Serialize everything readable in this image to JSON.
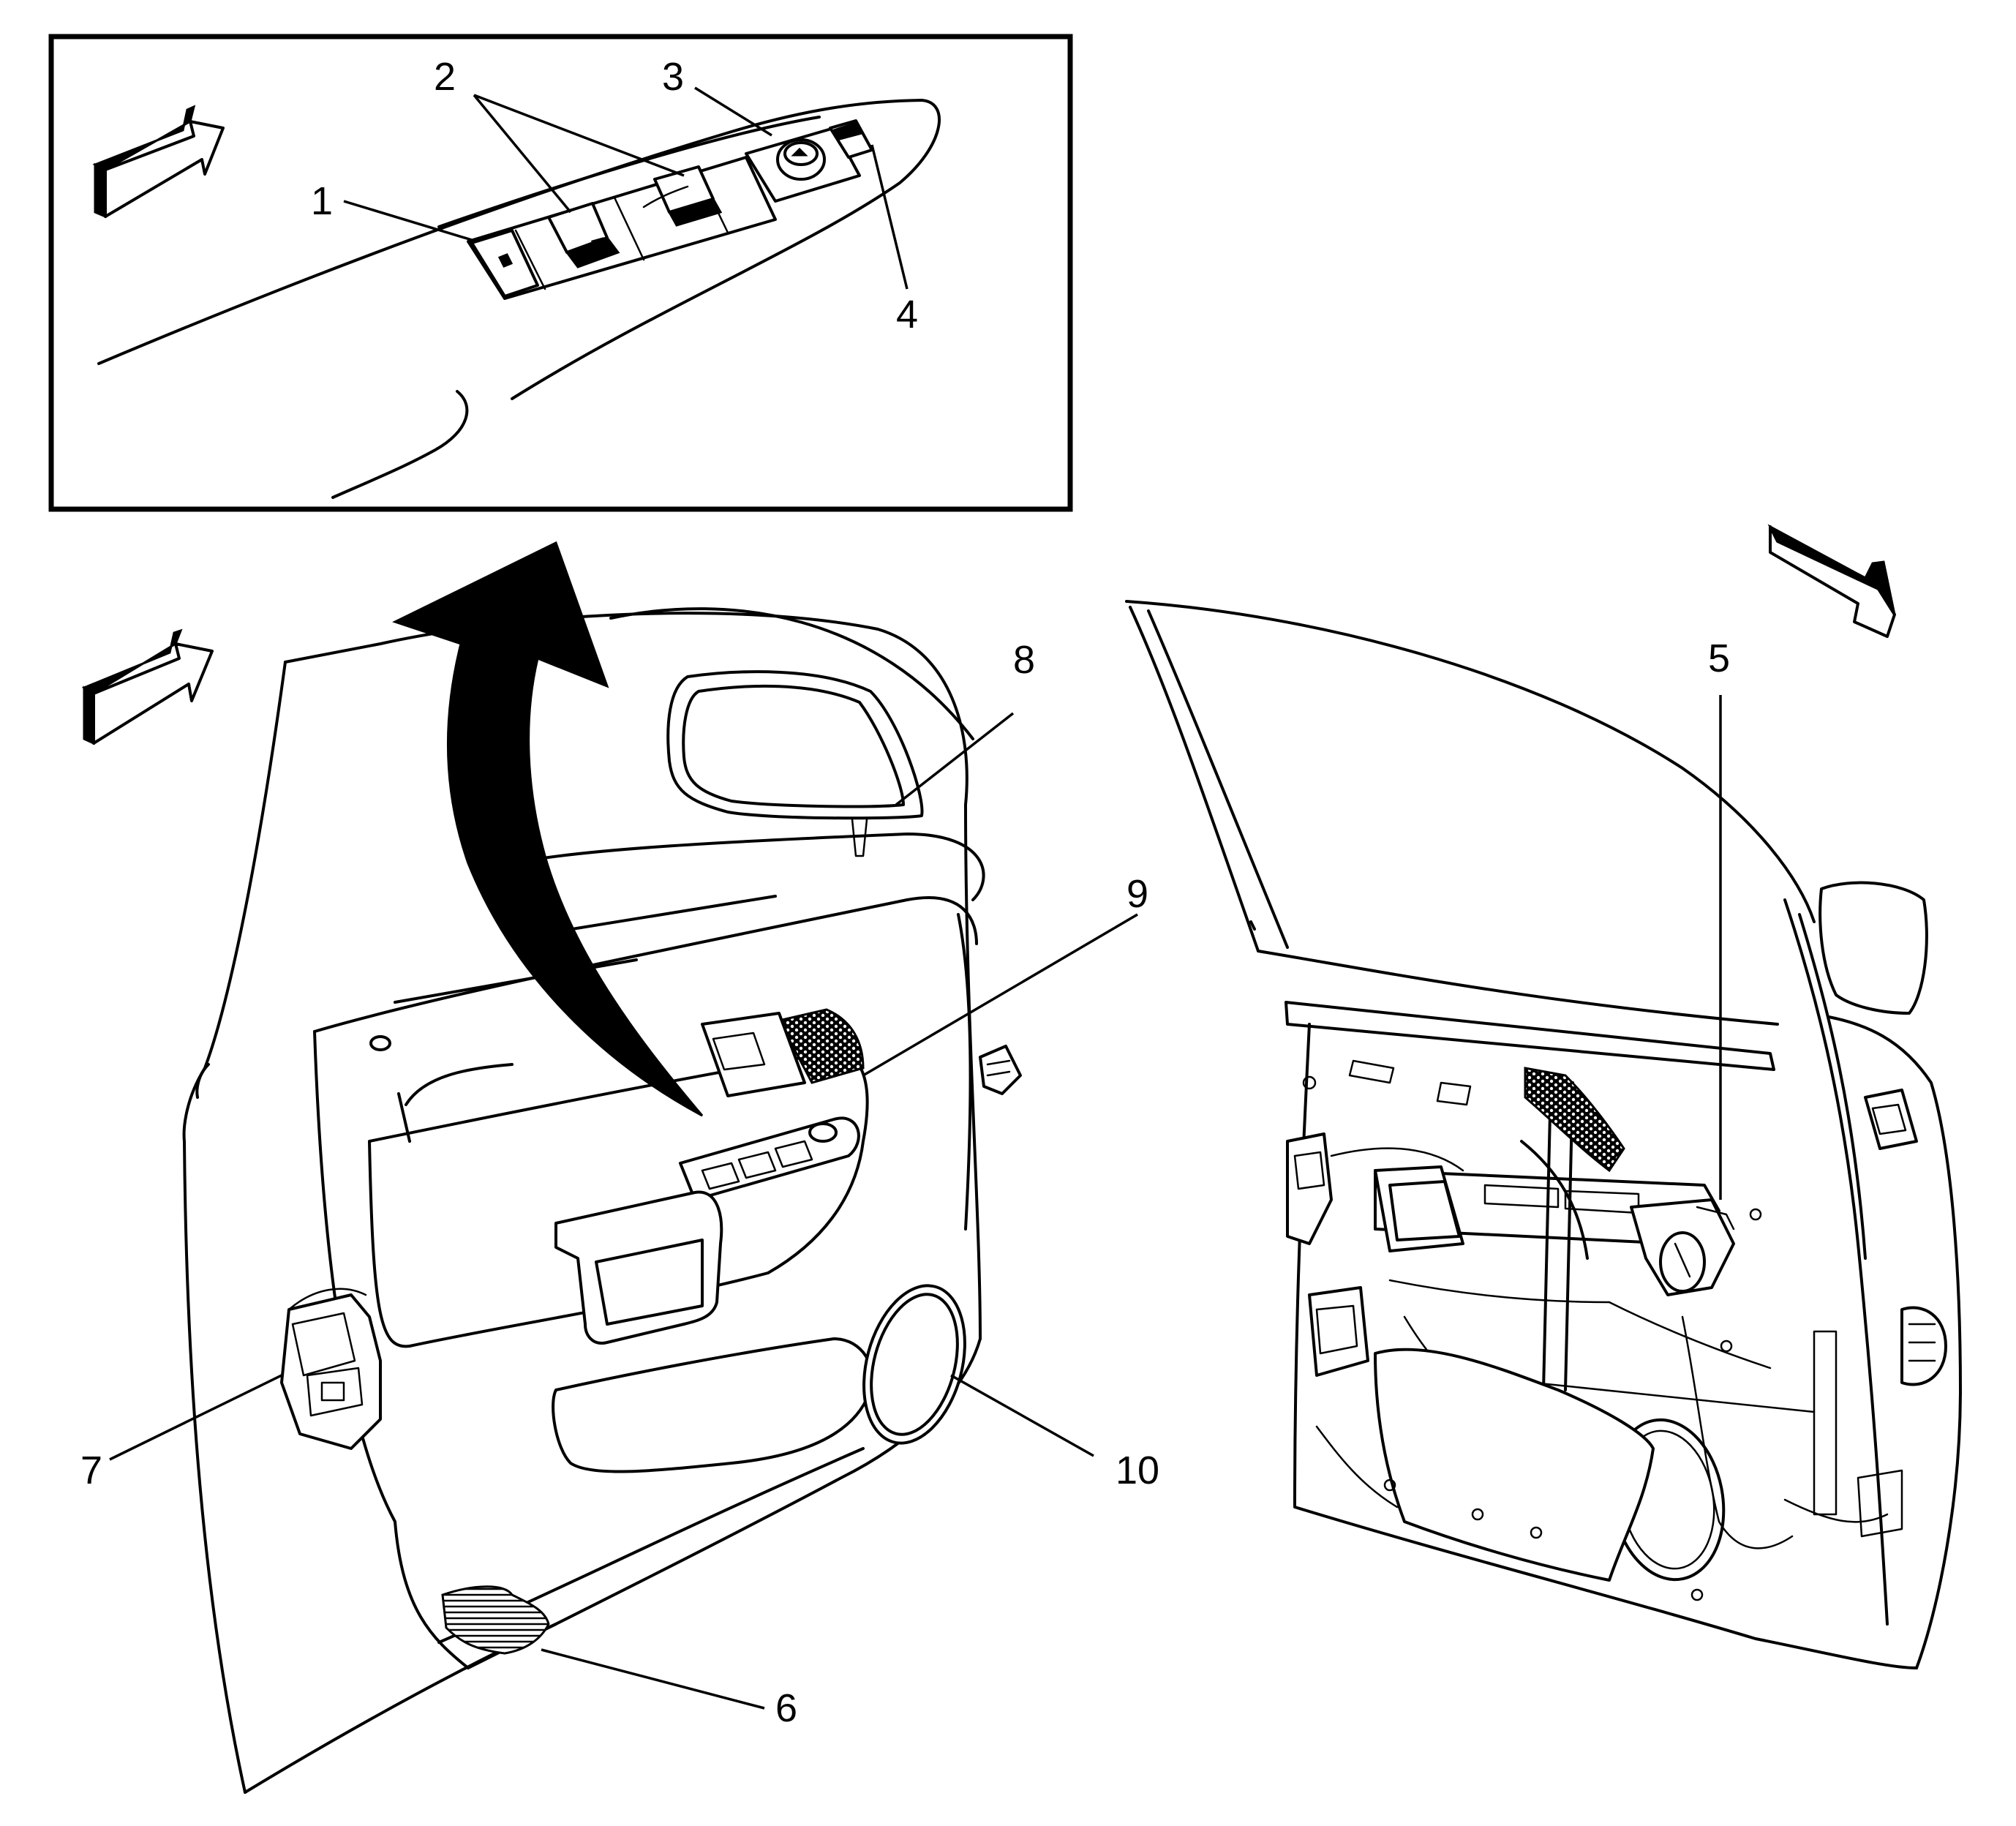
{
  "callouts": [
    {
      "id": "1",
      "label": "1"
    },
    {
      "id": "2",
      "label": "2"
    },
    {
      "id": "3",
      "label": "3"
    },
    {
      "id": "4",
      "label": "4"
    },
    {
      "id": "5",
      "label": "5"
    },
    {
      "id": "6",
      "label": "6"
    },
    {
      "id": "7",
      "label": "7"
    },
    {
      "id": "8",
      "label": "8"
    },
    {
      "id": "9",
      "label": "9"
    },
    {
      "id": "10",
      "label": "10"
    }
  ],
  "icons": {
    "inset_arrow": "forward-direction-arrow-icon",
    "left_arrow": "forward-direction-arrow-icon",
    "right_arrow": "forward-direction-arrow-icon",
    "removal_arrow": "curved-removal-arrow-icon"
  }
}
